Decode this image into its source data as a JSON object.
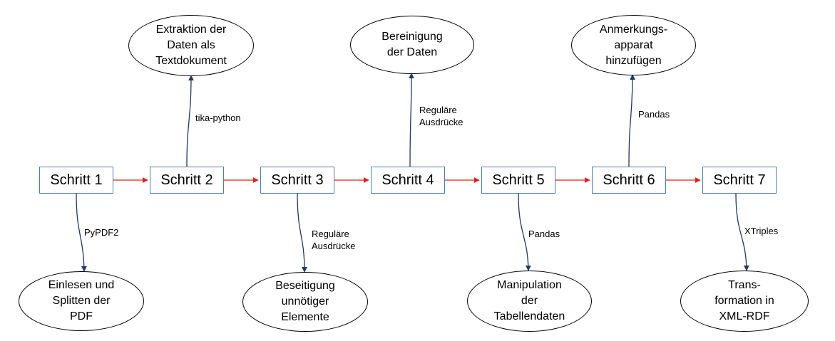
{
  "colors": {
    "flow_arrow": "#e0201c",
    "tool_arrow": "#1f3864",
    "box_border": "#4a7fb0"
  },
  "steps": [
    {
      "label": "Schritt 1"
    },
    {
      "label": "Schritt 2"
    },
    {
      "label": "Schritt 3"
    },
    {
      "label": "Schritt 4"
    },
    {
      "label": "Schritt 5"
    },
    {
      "label": "Schritt 6"
    },
    {
      "label": "Schritt 7"
    }
  ],
  "tasks": {
    "step1": {
      "text": "Einlesen und\nSplitten der\nPDF",
      "tool": "PyPDF2"
    },
    "step2": {
      "text": "Extraktion der\nDaten als\nTextdokument",
      "tool": "tika-python"
    },
    "step3": {
      "text": "Beseitigung\nunnötiger\nElemente",
      "tool": "Reguläre\nAusdrücke"
    },
    "step4": {
      "text": "Bereinigung\nder Daten",
      "tool": "Reguläre\nAusdrücke"
    },
    "step5": {
      "text": "Manipulation\nder\nTabellendaten",
      "tool": "Pandas"
    },
    "step6": {
      "text": "Anmerkungs-\napparat\nhinzufügen",
      "tool": "Pandas"
    },
    "step7": {
      "text": "Trans-\nformation in\nXML-RDF",
      "tool": "XTriples"
    }
  }
}
